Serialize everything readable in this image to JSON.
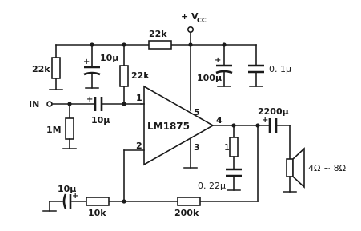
{
  "schematic": {
    "chip": "LM1875",
    "supply": {
      "main": "+ V",
      "sub": "CC"
    },
    "input_label": "IN",
    "pins": {
      "p1": "1",
      "p2": "2",
      "p3": "3",
      "p4": "4",
      "p5": "5"
    },
    "components": {
      "r_bias_left": "22k",
      "c_bias": "10µ",
      "r_bias_mid": "22k",
      "r_top": "22k",
      "c_supply_elec": "100µ",
      "c_supply_film": "0. 1µ",
      "r_input": "1M",
      "c_input": "10µ",
      "c_output": "2200µ",
      "r_zobel": "1",
      "c_zobel": "0. 22µ",
      "speaker": "4Ω ~ 8Ω",
      "c_feedback": "10µ",
      "r_feedback_gnd": "10k",
      "r_feedback": "200k"
    },
    "polarity_mark": "+"
  }
}
